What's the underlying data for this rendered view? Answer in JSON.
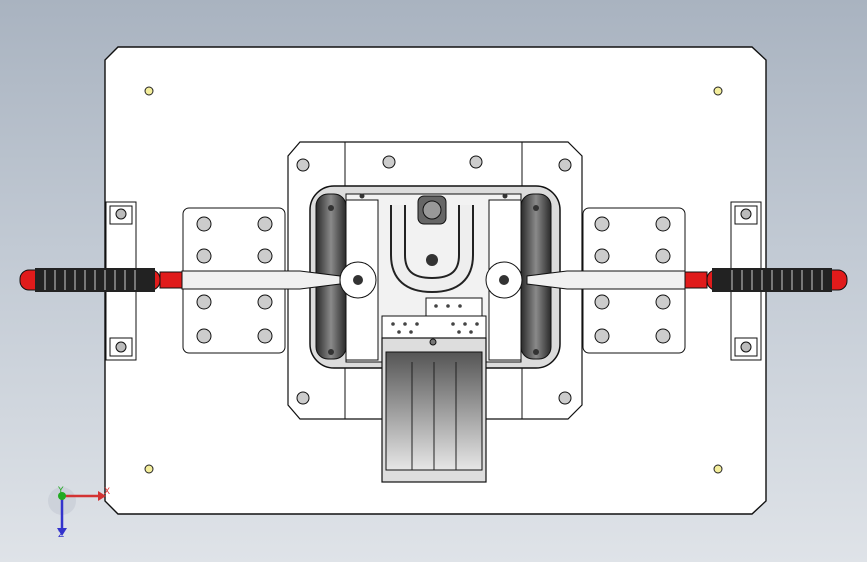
{
  "viewport": {
    "background_top": "#a9b3c0",
    "background_bottom": "#dfe3e8"
  },
  "model": {
    "plate_color": "#ffffff",
    "edge_color": "#1a1a1a",
    "accent_color": "#e31b1b",
    "toggle_bar_color": "#222222",
    "hole_marker_color": "#f5f0a0"
  },
  "triad": {
    "x_label": "X",
    "y_label": "Y",
    "z_label": "Z",
    "x_color": "#d33333",
    "y_color": "#22aa22",
    "z_color": "#3333cc"
  }
}
